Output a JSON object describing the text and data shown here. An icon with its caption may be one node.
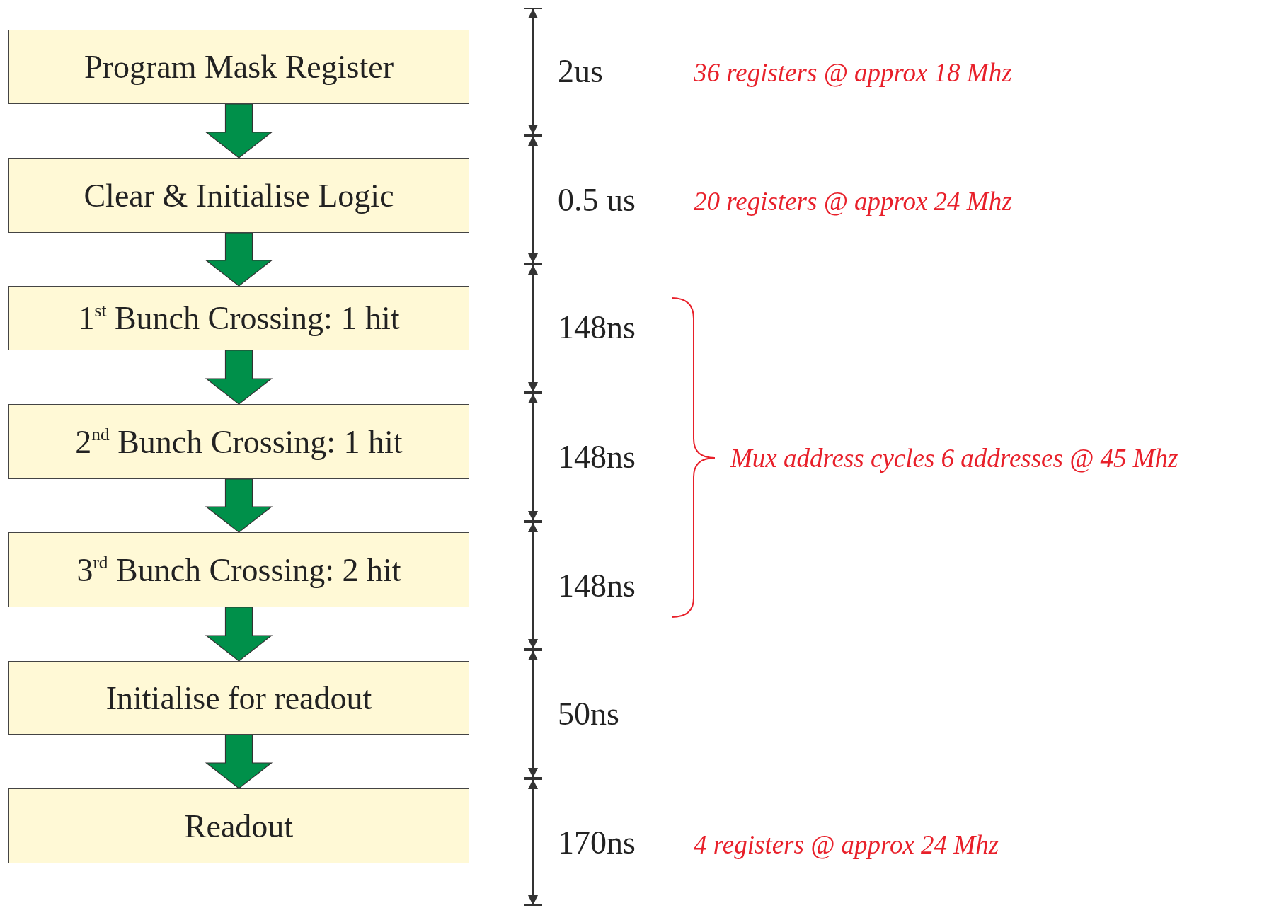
{
  "diagram": {
    "nodes": [
      {
        "text": [
          "Program Mask Register"
        ],
        "beside": [
          "2us"
        ]
      },
      {
        "text": [
          "Clear & Initialise Logic"
        ],
        "beside": [
          "0.5 us"
        ]
      },
      {
        "text": [
          "1$^{st}$ Bunch Crossing: 1 hit"
        ],
        "beside": [
          "148ns"
        ]
      },
      {
        "text": [
          "2$^{nd}$ Bunch Crossing: 1 hit"
        ],
        "beside": [
          "148ns"
        ]
      },
      {
        "text": [
          "3$^{rd}$ Bunch Crossing: 2 hit"
        ],
        "beside": [
          "148ns"
        ]
      },
      {
        "text": [
          "Initialise for readout"
        ],
        "beside": [
          "50ns"
        ]
      },
      {
        "text": [
          "Readout"
        ],
        "beside": [
          "170ns"
        ]
      }
    ],
    "edges": [
      {
        "from": 0,
        "to": 1,
        "arrow": "to"
      },
      {
        "from": 1,
        "to": 2,
        "arrow": "to"
      },
      {
        "from": 2,
        "to": 3,
        "arrow": "to"
      },
      {
        "from": 3,
        "to": 4,
        "arrow": "to"
      },
      {
        "from": 4,
        "to": 5,
        "arrow": "to"
      },
      {
        "from": 5,
        "to": 6,
        "arrow": "to"
      }
    ],
    "labels": [
      "36 registers @ approx 18 Mhz",
      "20 registers @ approx 24 Mhz",
      "Mux address cycles 6 addresses @ 45 Mhz",
      "4 registers @ approx 24 Mhz"
    ]
  }
}
